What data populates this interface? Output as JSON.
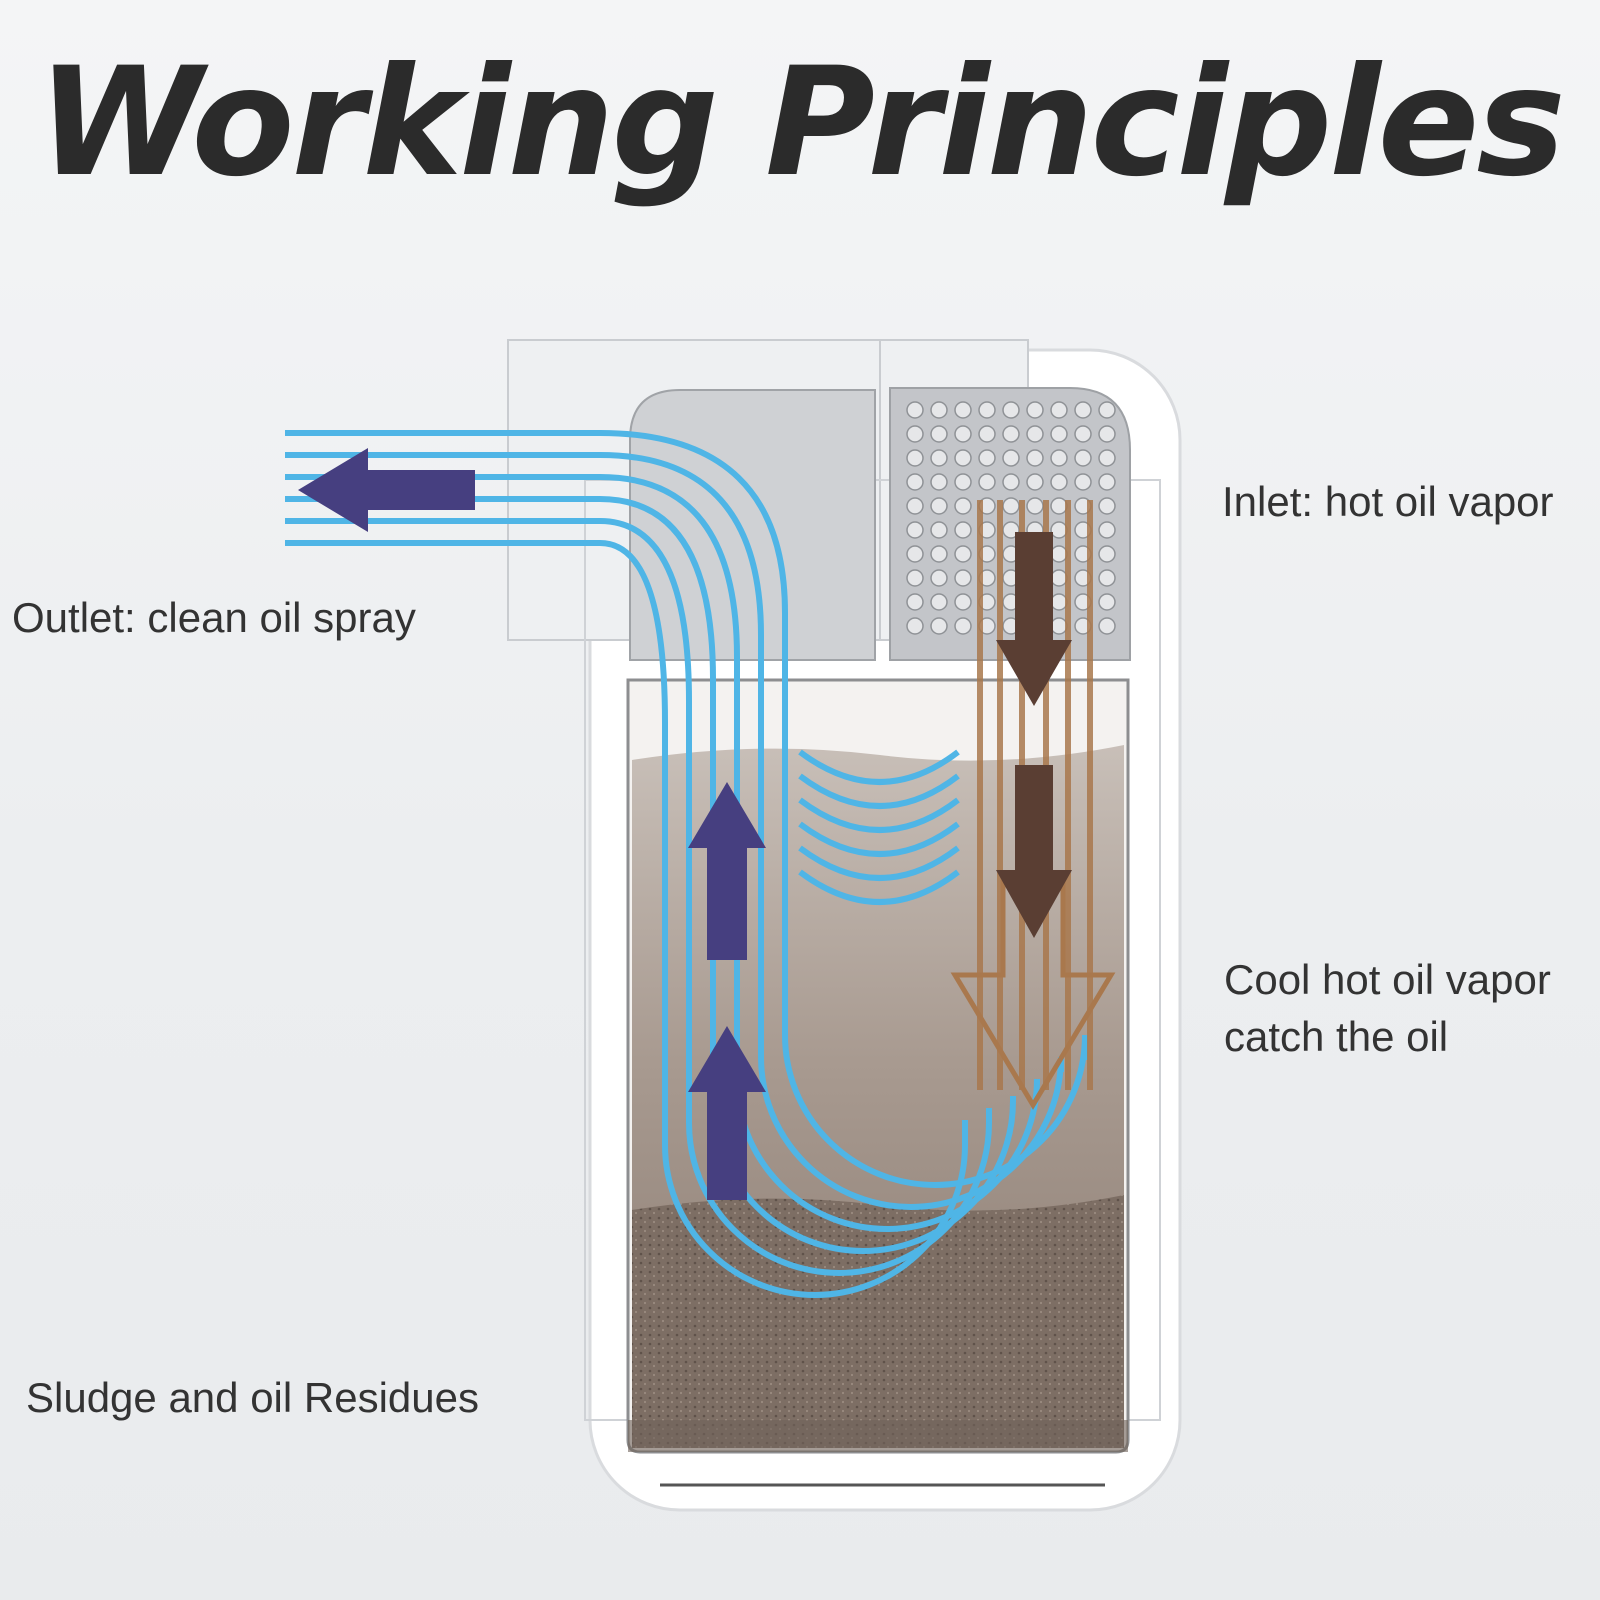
{
  "title": "Working Principles",
  "labels": {
    "outlet": "Outlet: clean oil spray",
    "inlet": "Inlet: hot oil vapor",
    "cool_line1": "Cool hot oil vapor",
    "cool_line2": "catch the oil",
    "sludge": "Sludge and oil Residues"
  },
  "colors": {
    "clean_flow": "#4fb5e6",
    "arrow_clean": "#463f80",
    "vapor_flow": "#a9784d",
    "arrow_vapor": "#5a3e33",
    "sludge": "#7d6e64"
  }
}
